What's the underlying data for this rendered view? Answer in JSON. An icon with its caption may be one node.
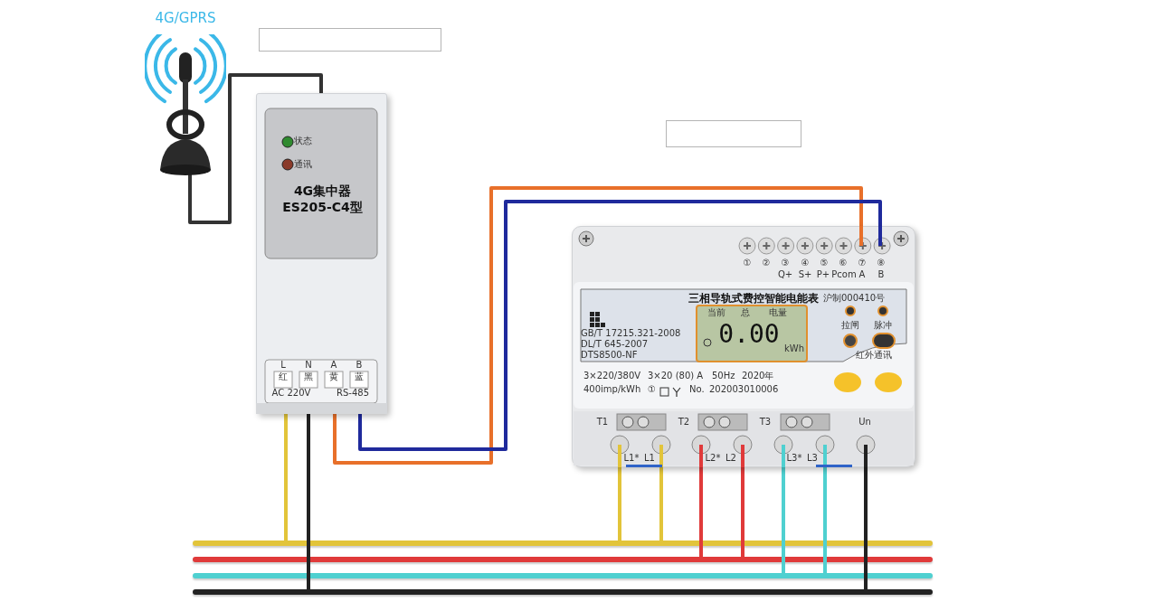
{
  "diagram": {
    "nodes": [
      {
        "text": [],
        "shape": "picture",
        "beside": [
          "4G/GPRS"
        ]
      },
      {
        "text": [],
        "shape": "box"
      },
      {
        "text": [
          "4G集中器 ES205-C4型"
        ]
      },
      {
        "text": [],
        "shape": "box"
      },
      {
        "text": [
          "三相导轨式费控智能电能表"
        ]
      },
      {
        "text": [],
        "shape": "bar"
      },
      {
        "text": [],
        "shape": "bar"
      },
      {
        "text": [],
        "shape": "bar"
      },
      {
        "text": [],
        "shape": "bar"
      }
    ],
    "edges": [
      {
        "from": 0,
        "to": 2,
        "arrow": "none",
        "color": "#333333"
      },
      {
        "from": 2,
        "to": 4,
        "arrow": "none",
        "color": "#e8702a"
      },
      {
        "from": 2,
        "to": 4,
        "arrow": "none",
        "color": "#1f2a9c"
      },
      {
        "from": 2,
        "to": 5,
        "arrow": "none",
        "color": "#e2c43a"
      },
      {
        "from": 2,
        "to": 8,
        "arrow": "none",
        "color": "#222222"
      },
      {
        "from": 4,
        "to": 5,
        "arrow": "none",
        "color": "#e2c43a"
      },
      {
        "from": 4,
        "to": 5,
        "arrow": "none",
        "color": "#e2c43a"
      },
      {
        "from": 4,
        "to": 6,
        "arrow": "none",
        "color": "#e03a3a"
      },
      {
        "from": 4,
        "to": 6,
        "arrow": "none",
        "color": "#e03a3a"
      },
      {
        "from": 4,
        "to": 7,
        "arrow": "none",
        "color": "#4fd0d0"
      },
      {
        "from": 4,
        "to": 7,
        "arrow": "none",
        "color": "#4fd0d0"
      },
      {
        "from": 4,
        "to": 8,
        "arrow": "none",
        "color": "#222222"
      }
    ],
    "labels": [
      "状态",
      "通讯",
      "L",
      "N",
      "A",
      "B",
      "红",
      "黑",
      "黄",
      "蓝",
      "AC 220V",
      "RS-485",
      "①",
      "②",
      "③",
      "④",
      "⑤",
      "⑥",
      "⑦",
      "⑧",
      "Q+",
      "S+",
      "P+",
      "Pcom",
      "A",
      "B",
      "沪制000410号",
      "当前",
      "总",
      "电量",
      "拉闸",
      "脉冲",
      "0.00",
      "GB/T 17215.321-2008",
      "DL/T 645-2007",
      "kWh",
      "DTS8500-NF",
      "红外通讯",
      "3×220/380V",
      "3×20 (80) A",
      "50Hz",
      "2020年",
      "400imp/kWh",
      "①",
      "No.",
      "202003010006",
      "T1",
      "T2",
      "T3",
      "Un",
      "L1*",
      "L1",
      "L2*",
      "L2",
      "L3*",
      "L3"
    ]
  }
}
